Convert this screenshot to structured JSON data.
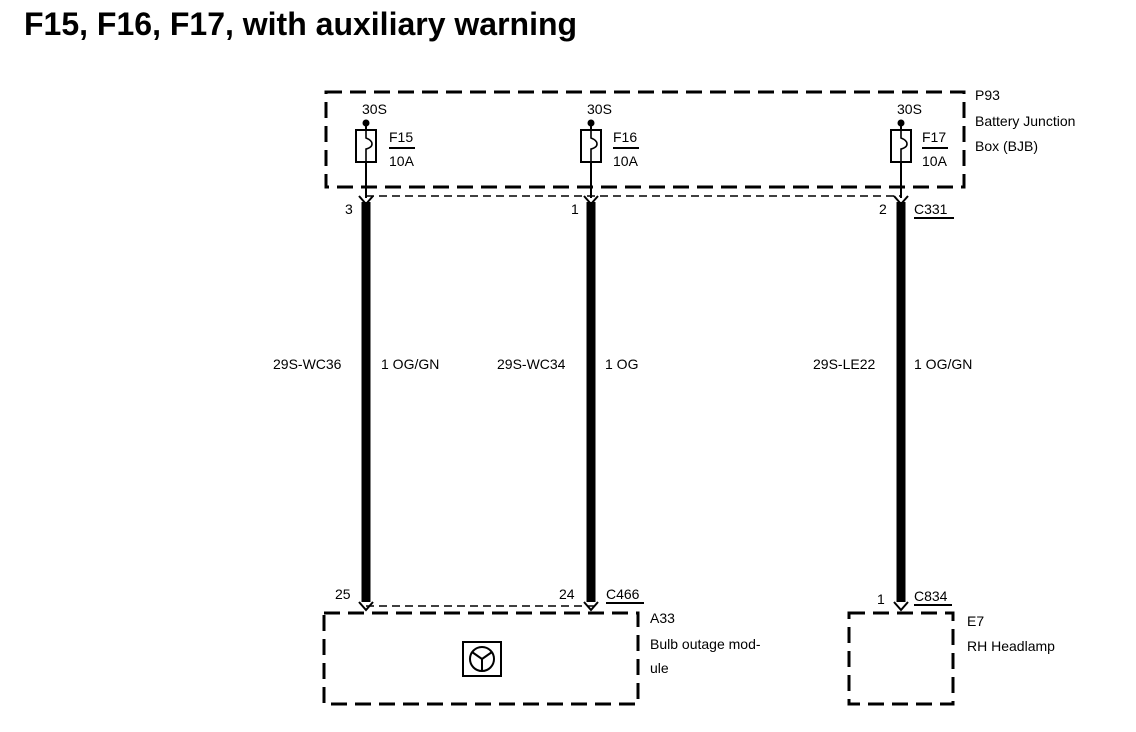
{
  "title": "F15, F16, F17, with auxiliary warning",
  "bjb": {
    "id": "P93",
    "name_line1": "Battery Junction",
    "name_line2": "Box (BJB)"
  },
  "fuses": [
    {
      "supply": "30S",
      "name": "F15",
      "rating": "10A",
      "pin": "3",
      "circuit": "29S-WC36",
      "wire": "1 OG/GN",
      "dest_pin": "25"
    },
    {
      "supply": "30S",
      "name": "F16",
      "rating": "10A",
      "pin": "1",
      "circuit": "29S-WC34",
      "wire": "1 OG",
      "dest_pin": "24"
    },
    {
      "supply": "30S",
      "name": "F17",
      "rating": "10A",
      "pin": "2",
      "circuit": "29S-LE22",
      "wire": "1 OG/GN",
      "dest_pin": "1"
    }
  ],
  "connectors": {
    "bjb": "C331",
    "module": "C466",
    "headlamp": "C834"
  },
  "module": {
    "id": "A33",
    "name_line1": "Bulb outage mod-",
    "name_line2": "ule",
    "icon": "module-symbol-icon"
  },
  "headlamp": {
    "id": "E7",
    "name": "RH Headlamp"
  }
}
